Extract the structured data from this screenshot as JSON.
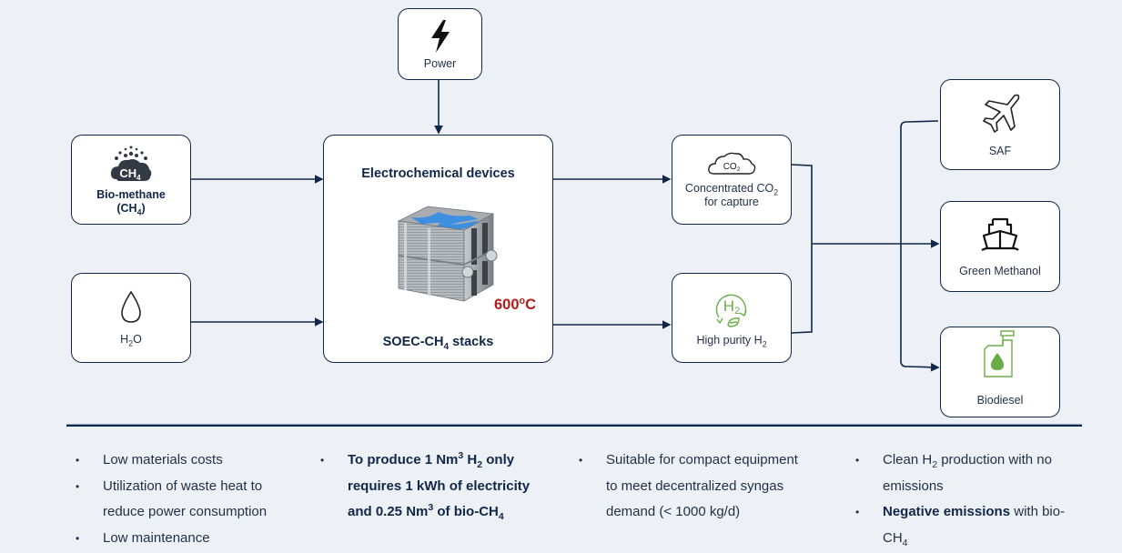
{
  "power": {
    "label": "Power",
    "icon": "lightning-icon"
  },
  "inputs": [
    {
      "label": "Bio-methane",
      "sub_label": "(CH",
      "sub_sub": "4",
      "sub_end": ")",
      "icon": "methane-cloud-icon",
      "icon_text": "CH",
      "icon_sub": "4"
    },
    {
      "label_pre": "H",
      "label_sub": "2",
      "label_post": "O",
      "icon": "water-drop-icon"
    }
  ],
  "center": {
    "title": "Electrochemical devices",
    "temperature": "600°C",
    "temp_pre": "600",
    "temp_sup": "o",
    "temp_post": "C",
    "caption_pre": "SOEC-CH",
    "caption_sub": "4",
    "caption_post": " stacks",
    "image": "soec-stack-image"
  },
  "outputs": [
    {
      "line1_pre": "Concentrated CO",
      "line1_sub": "2",
      "line2": "for capture",
      "icon": "co2-cloud-icon",
      "icon_text": "CO",
      "icon_sub": "2"
    },
    {
      "label_pre": "High purity H",
      "label_sub": "2",
      "icon": "green-h2-icon",
      "icon_text": "H",
      "icon_sub": "2"
    }
  ],
  "products": [
    {
      "label": "SAF",
      "icon": "airplane-icon"
    },
    {
      "label": "Green Methanol",
      "icon": "ship-icon"
    },
    {
      "label": "Biodiesel",
      "icon": "fuel-canister-icon"
    }
  ],
  "colors": {
    "navy": "#10274a",
    "background": "#edf1f5",
    "accent_red": "#b01c1c",
    "accent_green": "#6aac46",
    "stack_blue": "#3d8fe0"
  },
  "benefits": [
    {
      "items": [
        {
          "text": "Low materials costs"
        },
        {
          "text": "Utilization of waste heat to",
          "text2": "reduce power consumption"
        },
        {
          "text": "Low maintenance"
        }
      ]
    },
    {
      "items": [
        {
          "p1": "To produce 1 Nm",
          "p1_sup": "3",
          "p2": " H",
          "p2_sub": "2",
          "p3": " only",
          "l2": "requires 1 kWh of electricity",
          "l3a": "and 0.25 Nm",
          "l3_sup": "3",
          "l3b": " of bio-CH",
          "l3_sub": "4"
        }
      ]
    },
    {
      "items": [
        {
          "text": "Suitable for compact equipment",
          "text2": "to meet decentralized syngas",
          "text3": "demand (< 1000 kg/d)"
        }
      ]
    },
    {
      "items": [
        {
          "pre": "Clean H",
          "sub": "2",
          "post": " production with no",
          "text2": "emissions"
        },
        {
          "bold": "Negative emissions",
          "rest": " with bio-",
          "l2": "CH",
          "l2_sub": "4"
        }
      ]
    }
  ],
  "bullet_char": "•"
}
